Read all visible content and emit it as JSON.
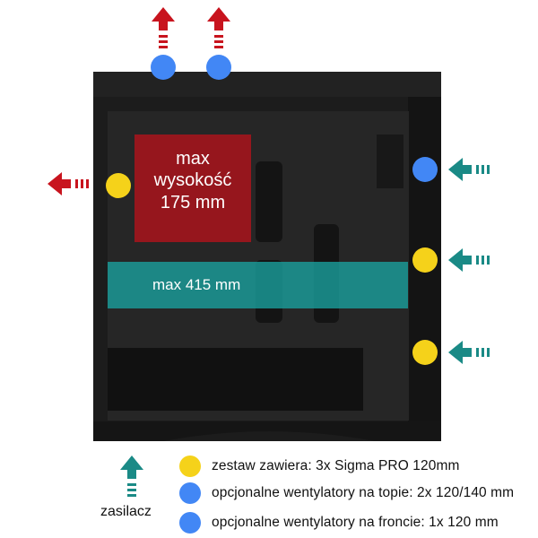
{
  "colors": {
    "included_fan": "#f5d21a",
    "optional_fan": "#4287f5",
    "exhaust_arrow": "#c8141e",
    "intake_arrow": "#1a8a86",
    "gpu_zone": "#1aa3a0",
    "cooler_zone": "#b0141c",
    "case_body": "#1b1b1b"
  },
  "labels": {
    "cooler_max_line1": "max",
    "cooler_max_line2": "wysokość",
    "cooler_max_line3": "175 mm",
    "gpu_max": "max 415 mm",
    "psu": "zasilacz"
  },
  "legend": [
    {
      "color": "included_fan",
      "text": "zestaw zawiera: 3x Sigma PRO 120mm"
    },
    {
      "color": "optional_fan",
      "text": "opcjonalne wentylatory na topie: 2x 120/140 mm"
    },
    {
      "color": "optional_fan",
      "text": "opcjonalne wentylatory na froncie: 1x 120 mm"
    }
  ],
  "fans": {
    "top": [
      "optional",
      "optional"
    ],
    "rear": [
      "included"
    ],
    "front": [
      "optional",
      "included",
      "included"
    ]
  },
  "airflow": {
    "top": "exhaust",
    "rear": "exhaust",
    "front": "intake",
    "bottom": "intake"
  }
}
